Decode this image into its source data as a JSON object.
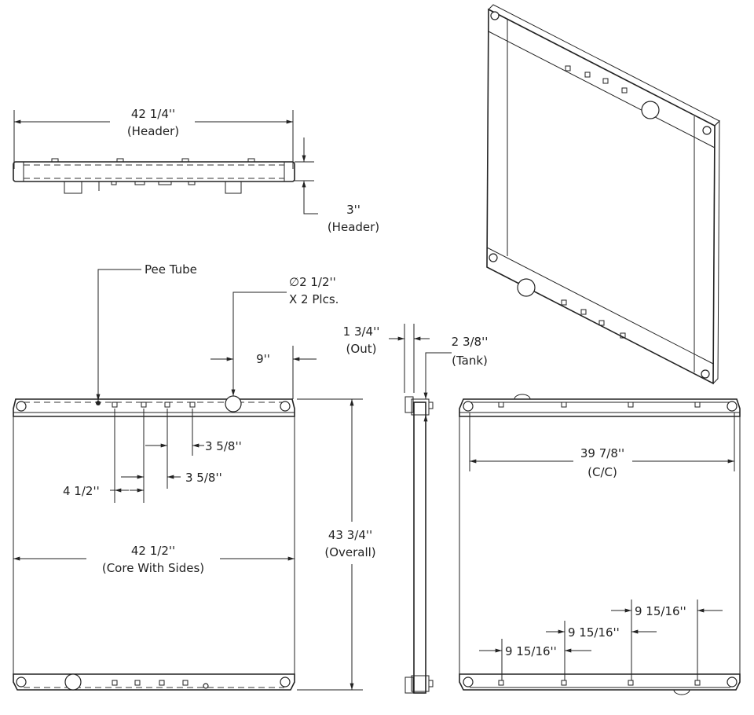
{
  "top_view": {
    "width_value": "42 1/4''",
    "width_label": "(Header)",
    "height_value": "3''",
    "height_label": "(Header)"
  },
  "front_view": {
    "pee_tube_label": "Pee Tube",
    "inlet_diameter": "∅2 1/2''",
    "inlet_qty": "X 2 Plcs.",
    "inlet_offset": "9''",
    "tab_spacing_1": "3 5/8''",
    "tab_spacing_2": "3 5/8''",
    "tab_spacing_3": "4 1/2''",
    "core_width_value": "42 1/2''",
    "core_width_label": "(Core With Sides)",
    "overall_height_value": "43 3/4''",
    "overall_height_label": "(Overall)"
  },
  "side_view": {
    "out_value": "1 3/4''",
    "out_label": "(Out)",
    "tank_value": "2 3/8''",
    "tank_label": "(Tank)"
  },
  "rear_view": {
    "cc_value": "39 7/8''",
    "cc_label": "(C/C)",
    "spacing_1": "9 15/16''",
    "spacing_2": "9 15/16''",
    "spacing_3": "9 15/16''"
  }
}
